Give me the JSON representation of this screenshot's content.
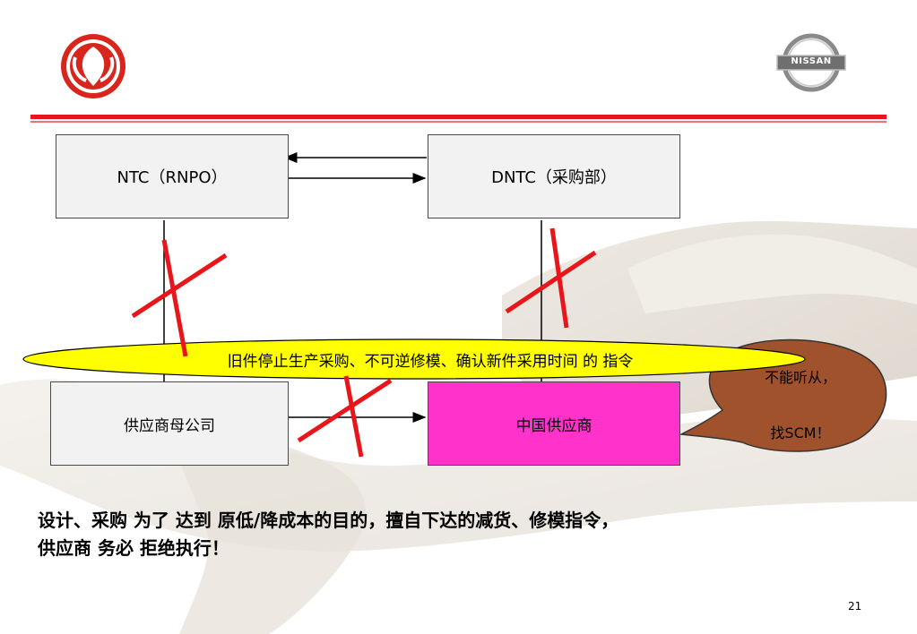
{
  "boxes": {
    "ntc": "NTC（RNPO）",
    "dntc": "DNTC（采购部）",
    "supplier_parent": "供应商母公司",
    "china_supplier": "中国供应商"
  },
  "instruction_banner": "旧件停止生产采购、不可逆修模、确认新件采用时间 的 指令",
  "callout": {
    "line1": "不能听从，",
    "line2": "找SCM！"
  },
  "statement": {
    "line1": "设计、采购 为了 达到  原低/降成本的目的，擅自下达的减货、修模指令，",
    "line2": "供应商 务必 拒绝执行！"
  },
  "page_number": "21",
  "colors": {
    "header_rule": "#e8161b",
    "cross": "#e8161b",
    "banner_fill": "#ffff00",
    "china_supplier_fill": "#ff33cc",
    "callout_fill": "#a0522d"
  },
  "logos": {
    "left": "dongfeng-logo",
    "right": "nissan-logo",
    "right_text": "NISSAN"
  }
}
